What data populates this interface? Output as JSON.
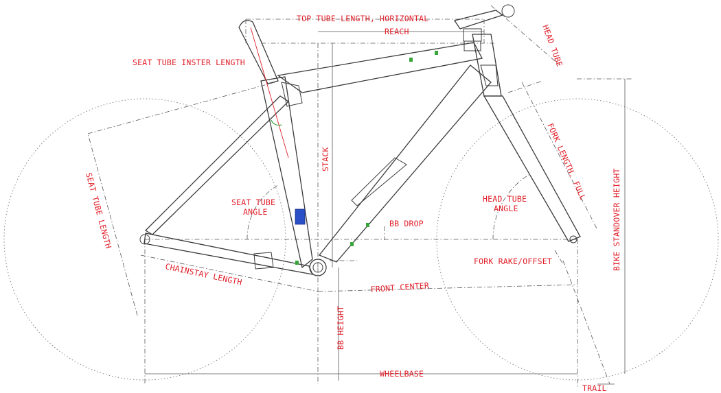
{
  "colors": {
    "label": "#e0202a",
    "line": "#3a3a3a",
    "accent_blue": "#2a50c8",
    "accent_green": "#3aa53a",
    "seat_post_red": "#e0202a"
  },
  "labels": {
    "top_tube_length": "TOP TUBE LENGTH, HORIZONTAL",
    "reach": "REACH",
    "head_tube": "HEAD TUBE",
    "seat_tube_insert_length": "SEAT TUBE INSTER LENGTH",
    "stack": "STACK",
    "fork_length_full": "FORK LENGTH, FULL",
    "seat_tube_length": "SEAT TUBE LENGTH",
    "seat_tube_angle_line1": "SEAT TUBE",
    "seat_tube_angle_line2": "ANGLE",
    "head_tube_angle_line1": "HEAD TUBE",
    "head_tube_angle_line2": "ANGLE",
    "bb_drop": "BB DROP",
    "bike_standover_height": "BIKE STANDOVER HEIGHT",
    "fork_rake_offset": "FORK RAKE/OFFSET",
    "chainstay_length": "CHAINSTAY LENGTH",
    "front_center": "FRONT CENTER",
    "bb_height": "BB HEIGHT",
    "wheelbase": "WHEELBASE",
    "trail": "TRAIL"
  }
}
